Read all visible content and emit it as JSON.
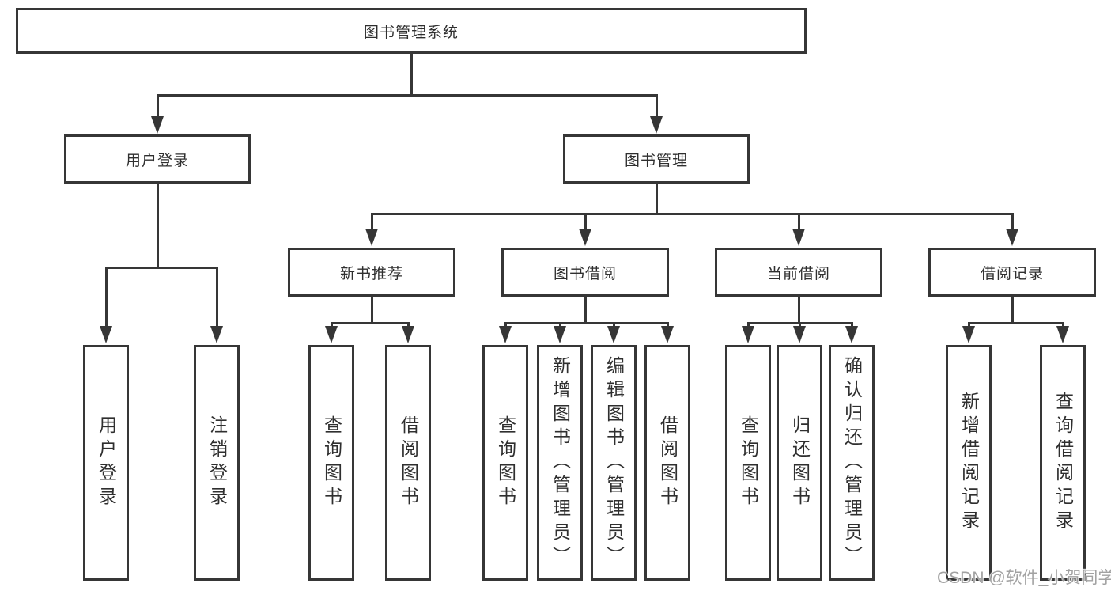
{
  "tree": {
    "label": "图书管理系统",
    "children": [
      {
        "label": "用户登录",
        "children": [
          {
            "label": "用户登录"
          },
          {
            "label": "注销登录"
          }
        ]
      },
      {
        "label": "图书管理",
        "children": [
          {
            "label": "新书推荐",
            "children": [
              {
                "label": "查询图书"
              },
              {
                "label": "借阅图书"
              }
            ]
          },
          {
            "label": "图书借阅",
            "children": [
              {
                "label": "查询图书"
              },
              {
                "label": "新增图书（管理员）"
              },
              {
                "label": "编辑图书（管理员）"
              },
              {
                "label": "借阅图书"
              }
            ]
          },
          {
            "label": "当前借阅",
            "children": [
              {
                "label": "查询图书"
              },
              {
                "label": "归还图书"
              },
              {
                "label": "确认归还（管理员）"
              }
            ]
          },
          {
            "label": "借阅记录",
            "children": [
              {
                "label": "新增借阅记录"
              },
              {
                "label": "查询借阅记录"
              }
            ]
          }
        ]
      }
    ]
  },
  "watermark": {
    "text": "CSDN @软件_小贺同学"
  },
  "colors": {
    "line": "#363636",
    "text": "#2f2f2f",
    "background": "#ffffff",
    "watermark": "#989898"
  }
}
